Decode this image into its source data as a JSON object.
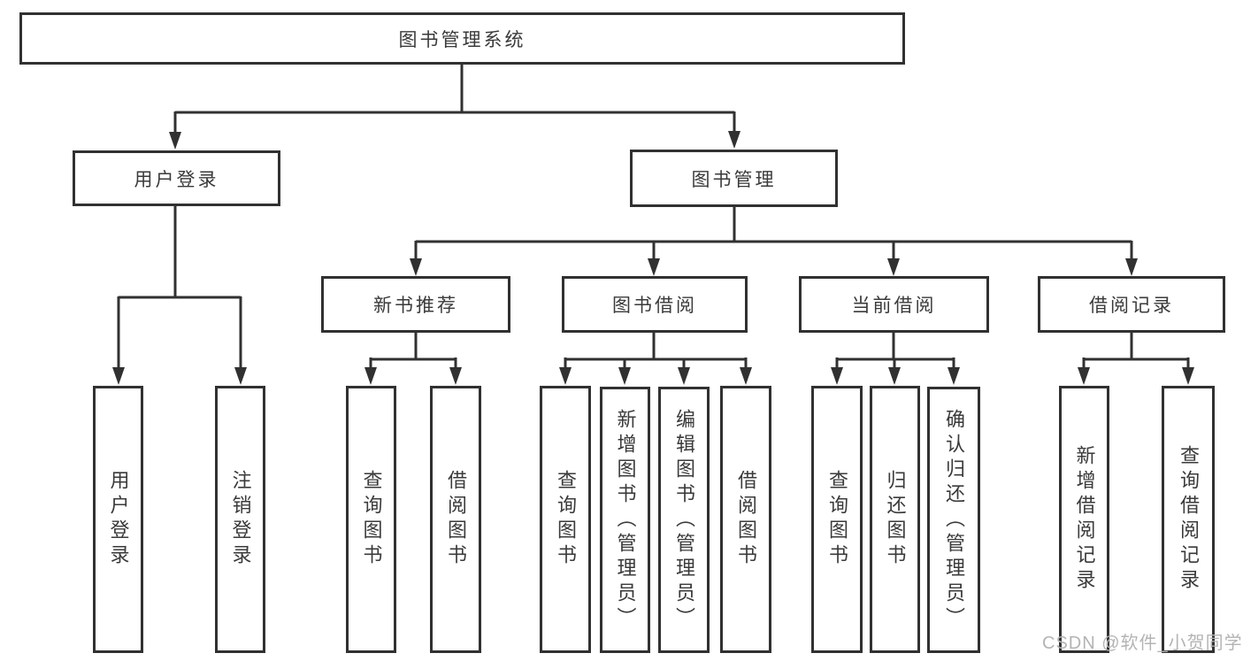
{
  "diagram": {
    "type": "hierarchy-tree",
    "root": {
      "label": "图书管理系统"
    },
    "level2": {
      "user_login": {
        "label": "用户登录"
      },
      "book_mgmt": {
        "label": "图书管理"
      }
    },
    "level3": {
      "new_book": {
        "label": "新书推荐",
        "parent": "图书管理"
      },
      "borrow": {
        "label": "图书借阅",
        "parent": "图书管理"
      },
      "current": {
        "label": "当前借阅",
        "parent": "图书管理"
      },
      "history": {
        "label": "借阅记录",
        "parent": "图书管理"
      }
    },
    "leaves": {
      "user_login": {
        "label": "用户登录",
        "parent": "用户登录"
      },
      "logout": {
        "label": "注销登录",
        "parent": "用户登录"
      },
      "newbook_query": {
        "label": "查询图书",
        "parent": "新书推荐"
      },
      "newbook_borrow": {
        "label": "借阅图书",
        "parent": "新书推荐"
      },
      "borrow_query": {
        "label": "查询图书",
        "parent": "图书借阅"
      },
      "borrow_add": {
        "label": "新增图书（管理员）",
        "parent": "图书借阅"
      },
      "borrow_edit": {
        "label": "编辑图书（管理员）",
        "parent": "图书借阅"
      },
      "borrow_borrow": {
        "label": "借阅图书",
        "parent": "图书借阅"
      },
      "current_query": {
        "label": "查询图书",
        "parent": "当前借阅"
      },
      "current_return": {
        "label": "归还图书",
        "parent": "当前借阅"
      },
      "current_confirm": {
        "label": "确认归还（管理员）",
        "parent": "当前借阅"
      },
      "history_add": {
        "label": "新增借阅记录",
        "parent": "借阅记录"
      },
      "history_query": {
        "label": "查询借阅记录",
        "parent": "借阅记录"
      }
    }
  },
  "watermark": {
    "text": "CSDN @软件_小贺同学"
  },
  "colors": {
    "line": "#313131",
    "box_border": "#313131",
    "text": "#3a3a3a",
    "watermark": "#b4b4b4",
    "background": "#ffffff"
  }
}
